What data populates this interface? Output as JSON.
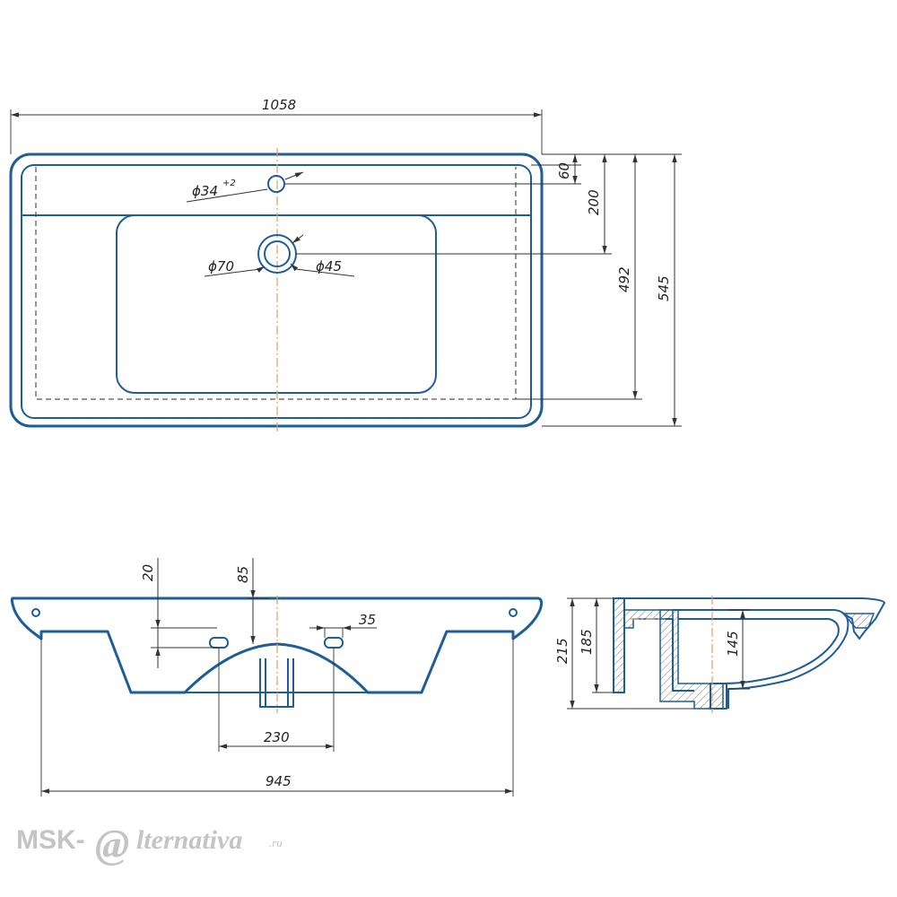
{
  "dimensions": {
    "top_width": "1058",
    "back_strip": "60",
    "tap_hole_offset": "200",
    "bowl_depth_depth": "492",
    "total_depth": "545",
    "tap_hole_diameter": "ϕ34",
    "tap_hole_tolerance": "+2",
    "drain_outer": "ϕ70",
    "drain_inner": "ϕ45",
    "mount_offset_a": "20",
    "mount_offset_b": "85",
    "slot_width": "35",
    "drain_spacing": "230",
    "mount_span": "945",
    "total_height": "215",
    "inner_height": "185",
    "bowl_height": "145"
  },
  "watermark": {
    "prefix": "MSK-",
    "at": "@",
    "suffix": "lternativa",
    "tld": ".ru"
  },
  "colors": {
    "outline": "#1f5d99",
    "centerline": "#e0a060",
    "watermark": "#c4c4c4"
  }
}
